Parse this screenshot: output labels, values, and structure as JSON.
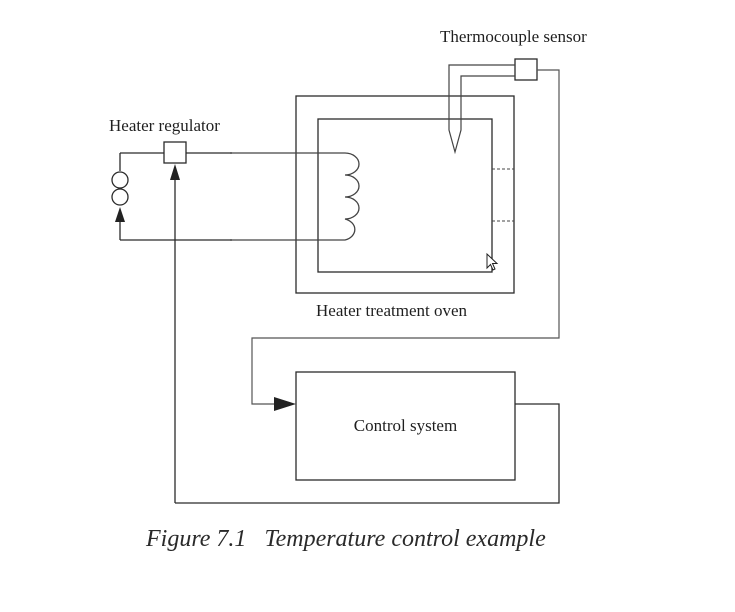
{
  "diagram": {
    "labels": {
      "thermocouple_sensor": "Thermocouple sensor",
      "heater_regulator": "Heater regulator",
      "heater_treatment_oven": "Heater treatment oven",
      "control_system": "Control system"
    },
    "caption": {
      "figure_number": "Figure 7.1",
      "title": "Temperature control example"
    },
    "colors": {
      "line": "#2b2b2b",
      "wire": "#555555",
      "dashed": "#444444",
      "text": "#1f1f1f"
    },
    "icons": {
      "cursor": "mouse-pointer-icon"
    }
  }
}
